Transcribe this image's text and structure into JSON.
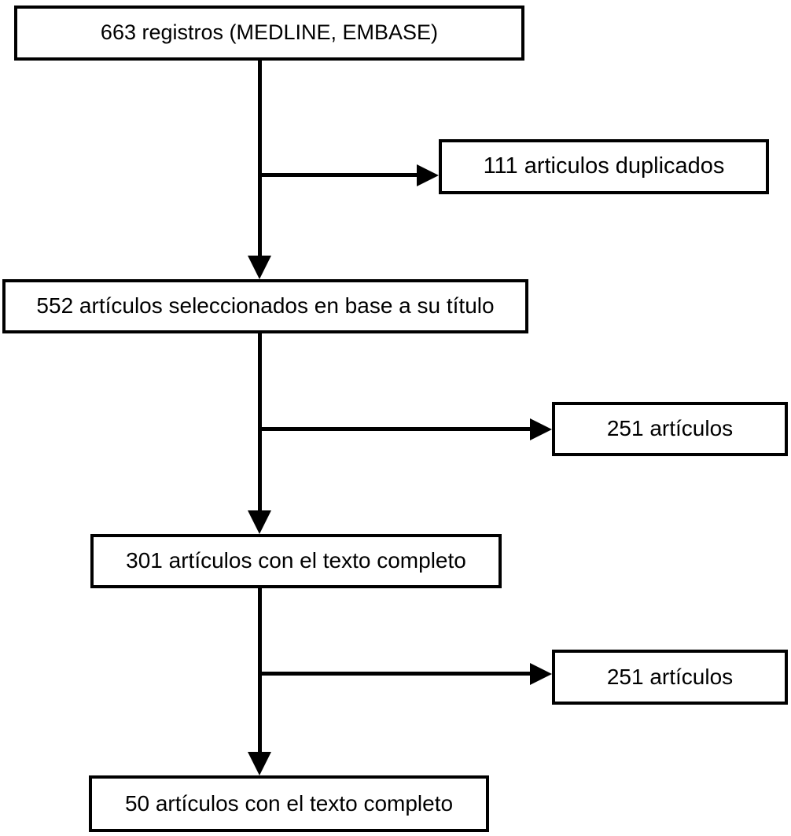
{
  "diagram": {
    "type": "flowchart",
    "language": "es",
    "background_color": "#ffffff",
    "box_border_color": "#000000",
    "line_color": "#000000",
    "text_color": "#000000",
    "nodes": [
      {
        "id": "registros",
        "label": "663 registros (MEDLINE, EMBASE)"
      },
      {
        "id": "duplicados",
        "label": "111 articulos duplicados"
      },
      {
        "id": "titulo",
        "label": "552 artículos seleccionados en base a su título"
      },
      {
        "id": "excluidos-1",
        "label": "251 artículos"
      },
      {
        "id": "texto-completo",
        "label": "301 artículos con el texto completo"
      },
      {
        "id": "excluidos-2",
        "label": "251 artículos"
      },
      {
        "id": "incluidos",
        "label": "50 artículos con el texto completo"
      }
    ],
    "edges": [
      {
        "from": "registros",
        "to": "titulo",
        "direction": "down"
      },
      {
        "from": "registros",
        "to": "duplicados",
        "direction": "right"
      },
      {
        "from": "titulo",
        "to": "texto-completo",
        "direction": "down"
      },
      {
        "from": "titulo",
        "to": "excluidos-1",
        "direction": "right"
      },
      {
        "from": "texto-completo",
        "to": "incluidos",
        "direction": "down"
      },
      {
        "from": "texto-completo",
        "to": "excluidos-2",
        "direction": "right"
      }
    ]
  }
}
